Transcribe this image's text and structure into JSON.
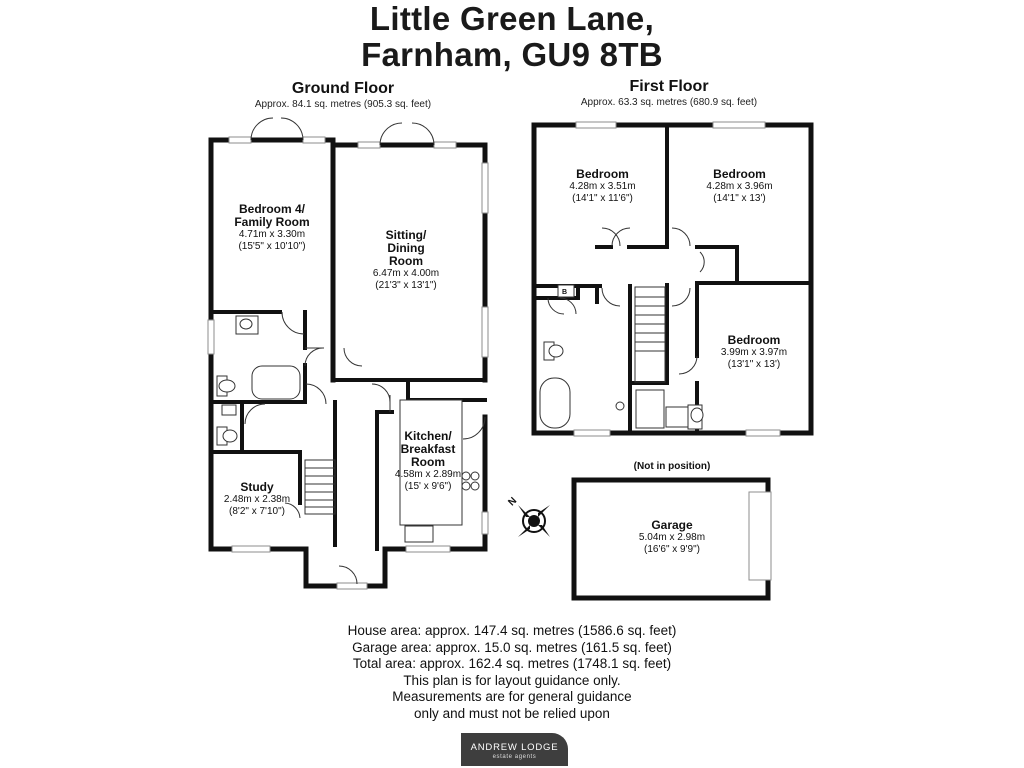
{
  "title": {
    "line1": "Little Green Lane,",
    "line2": "Farnham, GU9 8TB"
  },
  "ground_floor": {
    "heading": "Ground Floor",
    "area": "Approx. 84.1 sq. metres (905.3 sq. feet)",
    "rooms": [
      {
        "name1": "Bedroom 4/",
        "name2": "Family Room",
        "metric": "4.71m x 3.30m",
        "imperial": "(15'5\" x 10'10\")"
      },
      {
        "name1": "Sitting/",
        "name2": "Dining",
        "name3": "Room",
        "metric": "6.47m x 4.00m",
        "imperial": "(21'3\" x 13'1\")"
      },
      {
        "name1": "Kitchen/",
        "name2": "Breakfast",
        "name3": "Room",
        "metric": "4.58m x 2.89m",
        "imperial": "(15' x 9'6\")"
      },
      {
        "name1": "Study",
        "metric": "2.48m x 2.38m",
        "imperial": "(8'2\" x 7'10\")"
      }
    ]
  },
  "first_floor": {
    "heading": "First Floor",
    "area": "Approx. 63.3 sq. metres (680.9 sq. feet)",
    "rooms": [
      {
        "name1": "Bedroom",
        "metric": "4.28m x 3.51m",
        "imperial": "(14'1\" x 11'6\")"
      },
      {
        "name1": "Bedroom",
        "metric": "4.28m x 3.96m",
        "imperial": "(14'1\" x 13')"
      },
      {
        "name1": "Bedroom",
        "metric": "3.99m x 3.97m",
        "imperial": "(13'1\" x 13')"
      }
    ],
    "boiler_label": "B"
  },
  "garage": {
    "note": "(Not in position)",
    "name": "Garage",
    "metric": "5.04m x 2.98m",
    "imperial": "(16'6\" x 9'9\")"
  },
  "compass_label": "N",
  "notes": {
    "house": "House area: approx. 147.4 sq. metres (1586.6 sq. feet)",
    "garage": "Garage area: approx. 15.0 sq. metres (161.5 sq. feet)",
    "total": "Total area: approx. 162.4 sq. metres (1748.1 sq. feet)",
    "line1": "This plan is for layout guidance only.",
    "line2": "Measurements are for general guidance",
    "line3": "only and must not be relied upon"
  },
  "logo": {
    "name": "ANDREW LODGE",
    "tagline": "estate agents"
  },
  "colors": {
    "wall": "#111111",
    "window": "#9a9a9a",
    "text": "#111111",
    "logo_bg": "#3e3e3e"
  }
}
